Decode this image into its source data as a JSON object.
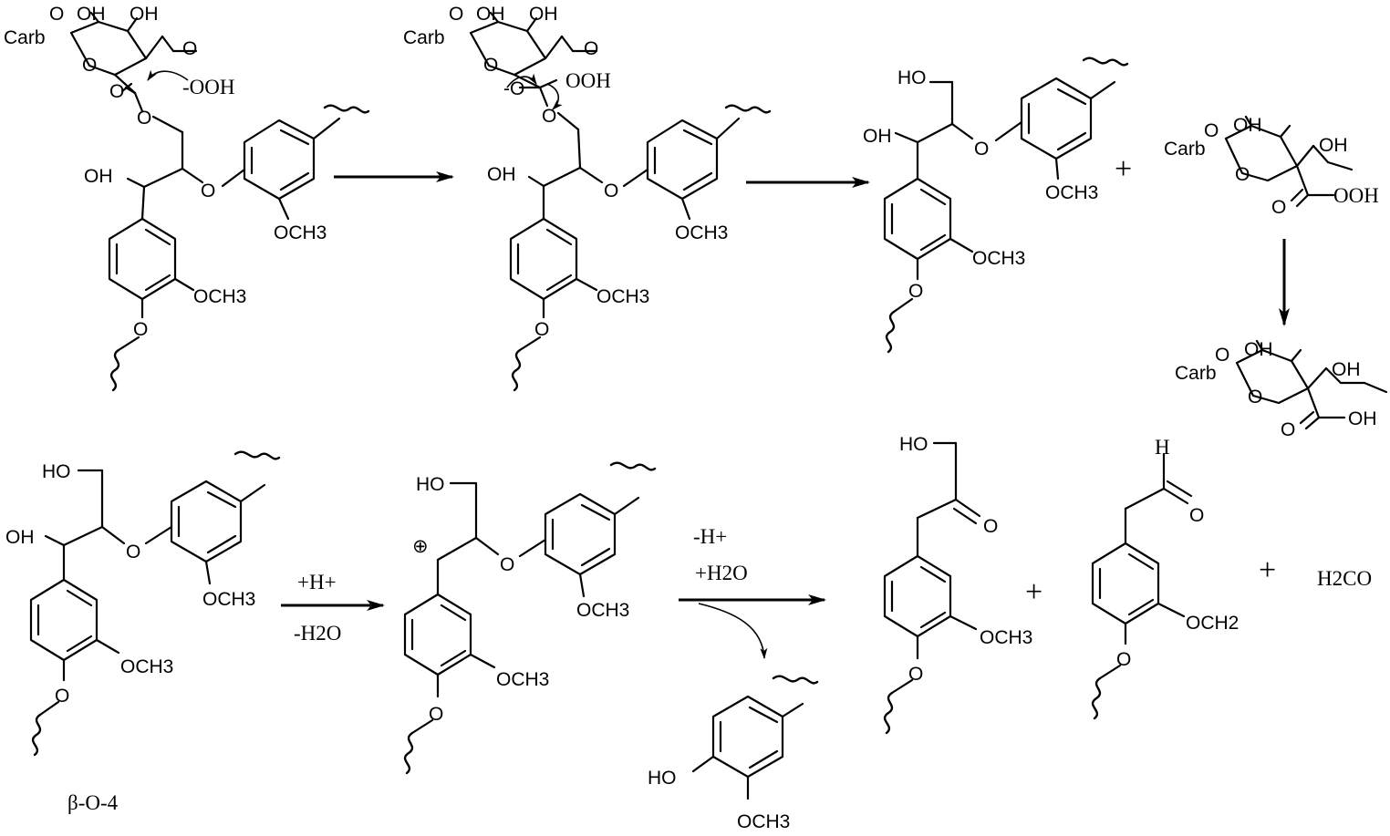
{
  "labels": {
    "carb": "Carb",
    "oh": "OH",
    "ho": "HO",
    "o": "O",
    "ooh_anion": "-OOH",
    "ooh": "OOH",
    "o_minus": "-O",
    "och3": "OCH3",
    "och2": "OCH2",
    "h": "H",
    "plus": "+",
    "charge_plus": "⊕",
    "beta_o_4": "β-O-4",
    "plus_h": "+H+",
    "minus_h2o": "-H2O",
    "minus_h": "-H+",
    "plus_h2o": "+H2O",
    "formaldehyde": "H2CO"
  }
}
